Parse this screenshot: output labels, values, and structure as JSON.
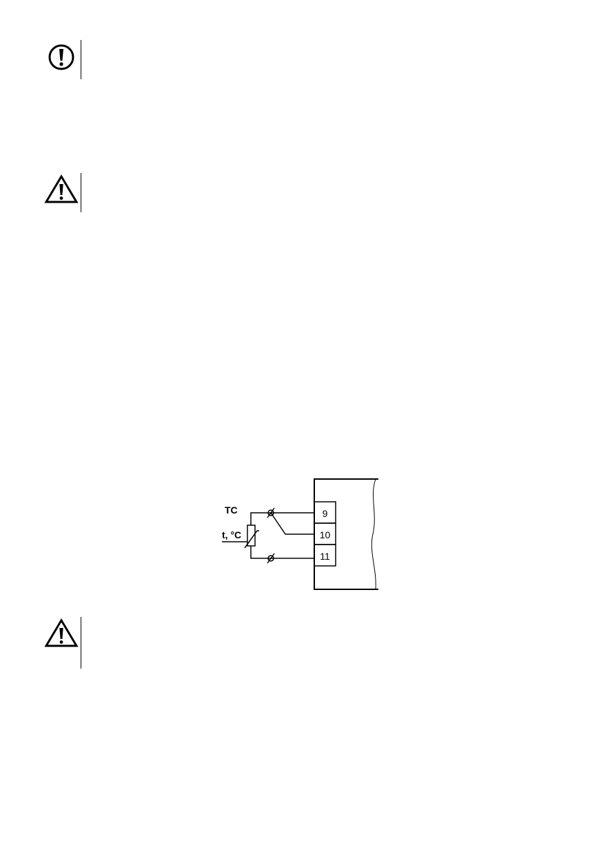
{
  "notices": [
    {
      "type": "important",
      "icon": "exclamation-circle-icon"
    },
    {
      "type": "warning",
      "icon": "warning-triangle-icon"
    },
    {
      "type": "warning",
      "icon": "warning-triangle-icon"
    }
  ],
  "diagram": {
    "sensor_label": "TC",
    "sensor_quantity_label": "t, °C",
    "terminals": [
      "9",
      "10",
      "11"
    ]
  }
}
